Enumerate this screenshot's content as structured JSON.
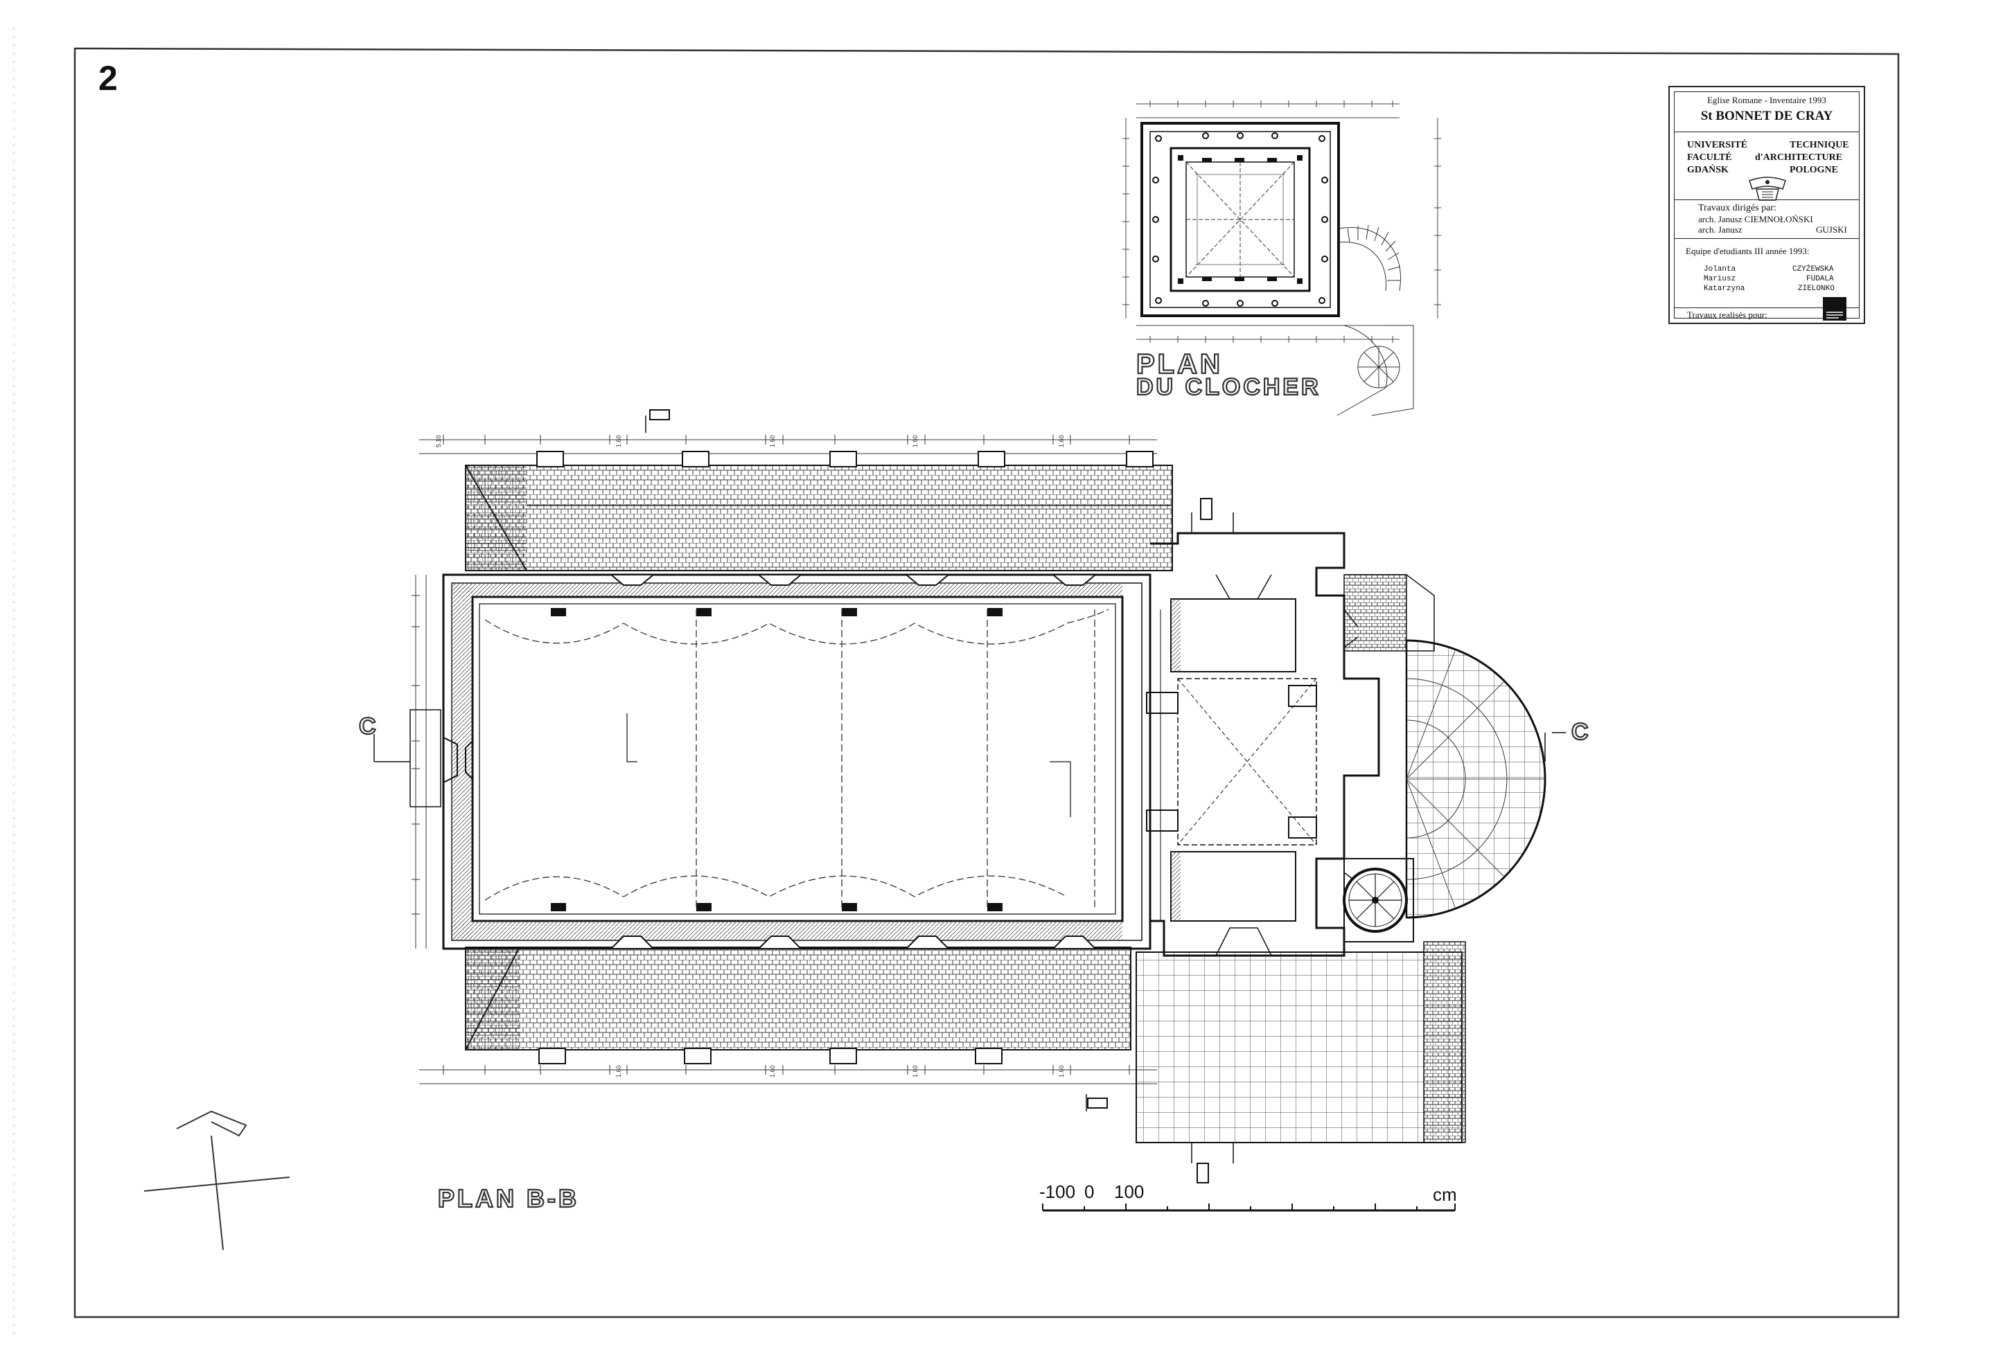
{
  "sheet": {
    "number": "2"
  },
  "cartouche": {
    "header_line": "Eglise Romane  -  Inventaire 1993",
    "church_name": "St BONNET DE CRAY",
    "university": {
      "line1_left": "UNIVERSITÉ",
      "line1_right": "TECHNIQUE",
      "line2_left": "FACULTÉ",
      "line2_right": "d'ARCHITECTURE",
      "line3_left": "GDAŃSK",
      "line3_right": "POLOGNE"
    },
    "direction": {
      "label": "Travaux dirigés par:",
      "arch1": "arch. Janusz CIEMNOŁOŃSKI",
      "arch2_prefix": "arch. Janusz",
      "arch2_name": "GUJSKI"
    },
    "team": {
      "label": "Equipe d'etudiants  III année 1993:",
      "students": [
        {
          "first": "Jolanta",
          "last": "CZYŻEWSKA"
        },
        {
          "first": "Mariusz",
          "last": "FUDALA"
        },
        {
          "first": "Katarzyna",
          "last": "ZIELONKO"
        }
      ]
    },
    "for_label": "Travaux realisés pour:"
  },
  "titles": {
    "bell_tower_line1": "PLAN",
    "bell_tower_line2": "DU CLOCHER",
    "main_plan": "PLAN B-B"
  },
  "section_markers": {
    "west": "C",
    "east": "C"
  },
  "scale": {
    "tick_minus": "-100",
    "tick_zero": "0",
    "tick_plus": "100",
    "unit": "cm"
  }
}
